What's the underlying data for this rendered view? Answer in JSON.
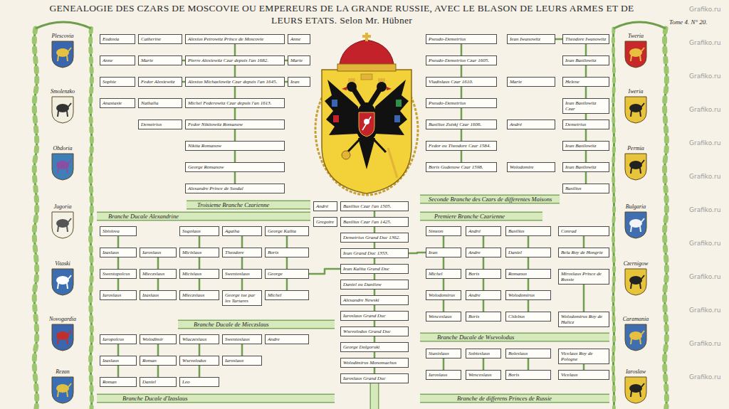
{
  "diagram": {
    "title": "GENEALOGIE DES CZARS DE MOSCOVIE OU EMPEREURS DE LA GRANDE RUSSIE, AVEC LE BLASON DE LEURS ARMES ET DE LEURS ETATS. Selon Mr. Hübner",
    "nodes": [
      {
        "text": [
          "Plescovia"
        ]
      },
      {
        "text": [
          "Smolenzko"
        ]
      },
      {
        "text": [
          "Obdoria"
        ]
      },
      {
        "text": [
          "Jugoria"
        ]
      },
      {
        "text": [
          "Vitaski"
        ]
      },
      {
        "text": [
          "Novogardia"
        ]
      },
      {
        "text": [
          "Rezan"
        ]
      },
      {
        "text": [
          "Alexius Petrowitz Prince de Moscovie"
        ]
      },
      {
        "text": [
          "Eudoxia"
        ]
      },
      {
        "text": [
          "Catherine"
        ]
      },
      {
        "text": [
          "Anne"
        ]
      },
      {
        "text": [
          "Pierre Alexiewitz Czar depuis l'an 1682."
        ]
      },
      {
        "text": [
          "Anne"
        ]
      },
      {
        "text": [
          "Marie"
        ]
      },
      {
        "text": [
          "Marie"
        ]
      },
      {
        "text": [
          "Alexius Michaelowitz Czar depuis l'an 1645."
        ]
      },
      {
        "text": [
          "Sophie"
        ]
      },
      {
        "text": [
          "Fedor Alexiewitz"
        ]
      },
      {
        "text": [
          "Iean"
        ]
      },
      {
        "text": [
          "Michel Federowitz Czar depuis l'an 1613."
        ]
      },
      {
        "text": [
          "Anastasie"
        ]
      },
      {
        "text": [
          "Nathalia"
        ]
      },
      {
        "text": [
          "Fedor Nikitowitz Romanow"
        ]
      },
      {
        "text": [
          "Demetrius"
        ]
      },
      {
        "text": [
          "Nikita Romanow"
        ]
      },
      {
        "text": [
          "George Romanow"
        ]
      },
      {
        "text": [
          "Alexandre Prince de Susdal"
        ]
      },
      {
        "text": [
          "André"
        ]
      },
      {
        "text": [
          "Basilius Czar l'an 1505."
        ]
      },
      {
        "text": [
          "Gregoire"
        ]
      },
      {
        "text": [
          "Basilius Czar l'an 1425."
        ]
      },
      {
        "text": [
          "Demetrius Grand Duc 1362."
        ]
      },
      {
        "text": [
          "Iean Grand Duc 1353."
        ]
      },
      {
        "text": [
          "Iean Kalita Grand Duc"
        ]
      },
      {
        "text": [
          "Daniel ou Danilow"
        ]
      },
      {
        "text": [
          "Alexandre Newski"
        ]
      },
      {
        "text": [
          "Iaroslaus Grand Duc"
        ]
      },
      {
        "text": [
          "Wsevolodus Grand Duc"
        ]
      },
      {
        "text": [
          "George Dolgoruki"
        ]
      },
      {
        "text": [
          "Wolodimirus Monomachus"
        ]
      },
      {
        "text": [
          "Iaroslaus Grand Duc"
        ]
      },
      {
        "text": [
          "Pseudo-Demetrius"
        ]
      },
      {
        "text": [
          "Iean Iwanowitz"
        ]
      },
      {
        "text": [
          "Theodore Iwanowitz"
        ]
      },
      {
        "text": [
          "Pseudo-Demetrius Czar 1605."
        ]
      },
      {
        "text": [
          "Iean Basilowitz"
        ]
      },
      {
        "text": [
          "Vladislaus Czar 1610."
        ]
      },
      {
        "text": [
          "Marie"
        ]
      },
      {
        "text": [
          "Helene"
        ]
      },
      {
        "text": [
          "Pseudo-Demetrius"
        ]
      },
      {
        "text": [
          "Iean Basilowitz Czar"
        ]
      },
      {
        "text": [
          "Basilius Zuiskj Czar 1606."
        ]
      },
      {
        "text": [
          "André"
        ]
      },
      {
        "text": [
          "Demetrius"
        ]
      },
      {
        "text": [
          "Fedor ou Theodore Czar 1584."
        ]
      },
      {
        "text": [
          "Iean Basilowitz"
        ]
      },
      {
        "text": [
          "Boris Gudenow Czar 1598."
        ]
      },
      {
        "text": [
          "Wolodomire"
        ]
      },
      {
        "text": [
          "Iean Basilowitz"
        ]
      },
      {
        "text": [
          "Basilius"
        ]
      },
      {
        "text": [
          "Simeon"
        ]
      },
      {
        "text": [
          "André"
        ]
      },
      {
        "text": [
          "Basilius"
        ]
      },
      {
        "text": [
          "Conrad"
        ]
      },
      {
        "text": [
          "Iean"
        ]
      },
      {
        "text": [
          "Andre"
        ]
      },
      {
        "text": [
          "Daniel"
        ]
      },
      {
        "text": [
          "Bela Roy de Hongrie"
        ]
      },
      {
        "text": [
          "Michel"
        ]
      },
      {
        "text": [
          "Boris"
        ]
      },
      {
        "text": [
          "Romanus"
        ]
      },
      {
        "text": [
          "Miroslaus Prince de Russie"
        ]
      },
      {
        "text": [
          "Wolodomirus"
        ]
      },
      {
        "text": [
          "Andre"
        ]
      },
      {
        "text": [
          "Wolodomirus"
        ]
      },
      {
        "text": [
          "Wenceslaus"
        ]
      },
      {
        "text": [
          "Boris"
        ]
      },
      {
        "text": [
          "Chlebus"
        ]
      },
      {
        "text": [
          "Wolodomirus Roy de Halicz"
        ]
      },
      {
        "text": [
          "Stanislaus"
        ]
      },
      {
        "text": [
          "Sobieslaus"
        ]
      },
      {
        "text": [
          "Boleslaus"
        ]
      },
      {
        "text": [
          "Vicelaus Roy de Pologne"
        ]
      },
      {
        "text": [
          "Iaroslaus"
        ]
      },
      {
        "text": [
          "Wenceslaus"
        ]
      },
      {
        "text": [
          "Boris"
        ]
      },
      {
        "text": [
          "Vicelaus"
        ]
      },
      {
        "text": [
          "Sbislova"
        ]
      },
      {
        "text": [
          "Sugolaus"
        ]
      },
      {
        "text": [
          "Agatha"
        ]
      },
      {
        "text": [
          "George Kalita"
        ]
      },
      {
        "text": [
          "Izaslaus"
        ]
      },
      {
        "text": [
          "Iaroslaus"
        ]
      },
      {
        "text": [
          "Micislaus"
        ]
      },
      {
        "text": [
          "Theodore"
        ]
      },
      {
        "text": [
          "Boris"
        ]
      },
      {
        "text": [
          "Swentopolcus"
        ]
      },
      {
        "text": [
          "Mieczslaus"
        ]
      },
      {
        "text": [
          "Micislaus"
        ]
      },
      {
        "text": [
          "Swentoslaus"
        ]
      },
      {
        "text": [
          "George"
        ]
      },
      {
        "text": [
          "Iaroslaus"
        ]
      },
      {
        "text": [
          "Izaslaus"
        ]
      },
      {
        "text": [
          "Mieczslaus"
        ]
      },
      {
        "text": [
          "George tue par les Tartares"
        ]
      },
      {
        "text": [
          "Michel"
        ]
      },
      {
        "text": [
          "Iaropolcus"
        ]
      },
      {
        "text": [
          "Wolodimir"
        ]
      },
      {
        "text": [
          "Wiaczeslaus"
        ]
      },
      {
        "text": [
          "Swentoslaus"
        ]
      },
      {
        "text": [
          "Andre"
        ]
      },
      {
        "text": [
          "Izaslaus"
        ]
      },
      {
        "text": [
          "Roman"
        ]
      },
      {
        "text": [
          "Wsevolodus"
        ]
      },
      {
        "text": [
          "Iaroslaus"
        ]
      },
      {
        "text": [
          "Roman"
        ]
      },
      {
        "text": [
          "Daniel"
        ]
      },
      {
        "text": [
          "Leo"
        ]
      },
      {
        "text": [
          "Tweria"
        ]
      },
      {
        "text": [
          "Iweria"
        ]
      },
      {
        "text": [
          "Permia"
        ]
      },
      {
        "text": [
          "Bulgaria"
        ]
      },
      {
        "text": [
          "Czernigow"
        ]
      },
      {
        "text": [
          "Caramania"
        ]
      },
      {
        "text": [
          "Iaroslaw"
        ]
      }
    ],
    "edges": [
      {
        "from": 26,
        "to": 25,
        "arrow": "none"
      },
      {
        "from": 25,
        "to": 24,
        "arrow": "none"
      },
      {
        "from": 24,
        "to": 22,
        "arrow": "none"
      },
      {
        "from": 22,
        "to": 19,
        "arrow": "none"
      },
      {
        "from": 19,
        "to": 15,
        "arrow": "none"
      },
      {
        "from": 15,
        "to": 11,
        "arrow": "none"
      },
      {
        "from": 11,
        "to": 7,
        "arrow": "none"
      },
      {
        "from": 15,
        "to": 17,
        "arrow": "none"
      },
      {
        "from": 15,
        "to": 18,
        "arrow": "none"
      },
      {
        "from": 11,
        "to": 13,
        "arrow": "none"
      },
      {
        "from": 11,
        "to": 14,
        "arrow": "none"
      },
      {
        "from": 40,
        "to": 39,
        "arrow": "none"
      },
      {
        "from": 39,
        "to": 38,
        "arrow": "none"
      },
      {
        "from": 38,
        "to": 37,
        "arrow": "none"
      },
      {
        "from": 37,
        "to": 36,
        "arrow": "none"
      },
      {
        "from": 36,
        "to": 35,
        "arrow": "none"
      },
      {
        "from": 35,
        "to": 34,
        "arrow": "none"
      },
      {
        "from": 34,
        "to": 33,
        "arrow": "none"
      },
      {
        "from": 33,
        "to": 32,
        "arrow": "none"
      },
      {
        "from": 32,
        "to": 31,
        "arrow": "none"
      },
      {
        "from": 31,
        "to": 30,
        "arrow": "none"
      },
      {
        "from": 30,
        "to": 28,
        "arrow": "none"
      },
      {
        "from": 32,
        "to": 64,
        "arrow": "none"
      },
      {
        "from": 33,
        "to": 100,
        "arrow": "none"
      },
      {
        "from": 59,
        "to": 58,
        "arrow": "none"
      },
      {
        "from": 58,
        "to": 55,
        "arrow": "none"
      },
      {
        "from": 55,
        "to": 53,
        "arrow": "none"
      },
      {
        "from": 53,
        "to": 50,
        "arrow": "none"
      },
      {
        "from": 50,
        "to": 48,
        "arrow": "none"
      },
      {
        "from": 48,
        "to": 45,
        "arrow": "none"
      },
      {
        "from": 45,
        "to": 43,
        "arrow": "none"
      },
      {
        "from": 42,
        "to": 43,
        "arrow": "none"
      },
      {
        "from": 56,
        "to": 54,
        "arrow": "none"
      },
      {
        "from": 54,
        "to": 51,
        "arrow": "none"
      },
      {
        "from": 51,
        "to": 49,
        "arrow": "none"
      },
      {
        "from": 49,
        "to": 46,
        "arrow": "none"
      },
      {
        "from": 46,
        "to": 44,
        "arrow": "none"
      },
      {
        "from": 44,
        "to": 41,
        "arrow": "none"
      },
      {
        "from": 64,
        "to": 60,
        "arrow": "none"
      },
      {
        "from": 65,
        "to": 61,
        "arrow": "none"
      },
      {
        "from": 66,
        "to": 62,
        "arrow": "none"
      },
      {
        "from": 67,
        "to": 63,
        "arrow": "none"
      },
      {
        "from": 68,
        "to": 64,
        "arrow": "none"
      },
      {
        "from": 69,
        "to": 65,
        "arrow": "none"
      },
      {
        "from": 70,
        "to": 66,
        "arrow": "none"
      },
      {
        "from": 72,
        "to": 68,
        "arrow": "none"
      },
      {
        "from": 73,
        "to": 69,
        "arrow": "none"
      },
      {
        "from": 74,
        "to": 70,
        "arrow": "none"
      },
      {
        "from": 75,
        "to": 72,
        "arrow": "none"
      },
      {
        "from": 76,
        "to": 73,
        "arrow": "none"
      },
      {
        "from": 77,
        "to": 74,
        "arrow": "none"
      },
      {
        "from": 78,
        "to": 71,
        "arrow": "none"
      },
      {
        "from": 83,
        "to": 79,
        "arrow": "none"
      },
      {
        "from": 84,
        "to": 80,
        "arrow": "none"
      },
      {
        "from": 85,
        "to": 81,
        "arrow": "none"
      },
      {
        "from": 86,
        "to": 82,
        "arrow": "none"
      },
      {
        "from": 91,
        "to": 87,
        "arrow": "none"
      },
      {
        "from": 93,
        "to": 88,
        "arrow": "none"
      },
      {
        "from": 94,
        "to": 89,
        "arrow": "none"
      },
      {
        "from": 95,
        "to": 90,
        "arrow": "none"
      },
      {
        "from": 96,
        "to": 91,
        "arrow": "none"
      },
      {
        "from": 97,
        "to": 92,
        "arrow": "none"
      },
      {
        "from": 98,
        "to": 93,
        "arrow": "none"
      },
      {
        "from": 99,
        "to": 94,
        "arrow": "none"
      },
      {
        "from": 100,
        "to": 95,
        "arrow": "none"
      },
      {
        "from": 101,
        "to": 96,
        "arrow": "none"
      },
      {
        "from": 102,
        "to": 97,
        "arrow": "none"
      },
      {
        "from": 103,
        "to": 98,
        "arrow": "none"
      },
      {
        "from": 104,
        "to": 99,
        "arrow": "none"
      },
      {
        "from": 105,
        "to": 100,
        "arrow": "none"
      },
      {
        "from": 111,
        "to": 106,
        "arrow": "none"
      },
      {
        "from": 112,
        "to": 107,
        "arrow": "none"
      },
      {
        "from": 113,
        "to": 108,
        "arrow": "none"
      },
      {
        "from": 114,
        "to": 109,
        "arrow": "none"
      },
      {
        "from": 115,
        "to": 111,
        "arrow": "none"
      },
      {
        "from": 116,
        "to": 112,
        "arrow": "none"
      },
      {
        "from": 117,
        "to": 113,
        "arrow": "none"
      }
    ],
    "labels": [
      "Tome 4. N° 20.",
      "Troisieme Branche Czarienne",
      "Seconde Branche des Czars de differentes Maisons",
      "Premiere Branche Czarienne",
      "Branche Ducale Alexandrine",
      "Branche Ducale de Mieczslaus",
      "Branche Ducale de Wsevolodus",
      "Branche Ducale d'Izaslaus",
      "Branche de differens Princes de Russie",
      "Grafiko.ru",
      "Grafiko.ru",
      "Grafiko.ru",
      "Grafiko.ru",
      "Grafiko.ru",
      "Grafiko.ru",
      "Grafiko.ru",
      "Grafiko.ru",
      "Grafiko.ru",
      "Grafiko.ru",
      "Grafiko.ru",
      "Grafiko.ru"
    ]
  }
}
